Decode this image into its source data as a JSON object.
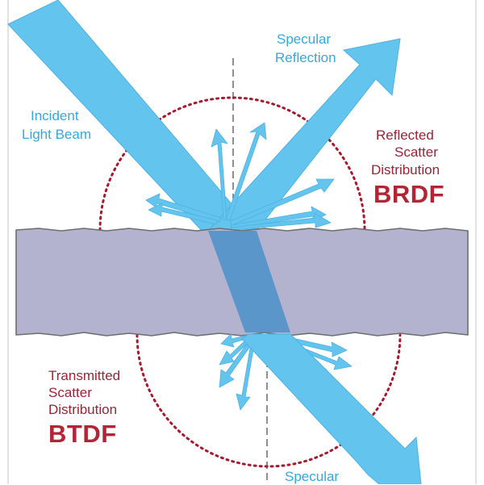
{
  "labels": {
    "specular_reflection_line1": "Specular",
    "specular_reflection_line2": "Reflection",
    "incident_line1": "Incident",
    "incident_line2": "Light Beam",
    "reflected_line1": "Reflected",
    "reflected_line2": "Scatter",
    "reflected_line3": "Distribution",
    "brdf": "BRDF",
    "transmitted_line1": "Transmitted",
    "transmitted_line2": "Scatter",
    "transmitted_line3": "Distribution",
    "btdf": "BTDF",
    "specular_transmission": "Specular"
  },
  "colors": {
    "beam": "#63c4ee",
    "beam_dark": "#4a90c8",
    "slab": "#b3b3cf",
    "slab_edge": "#6e6e6e",
    "dotted_circle": "#a6192e",
    "label_blue": "#35a9df",
    "label_red": "#9b2335"
  }
}
